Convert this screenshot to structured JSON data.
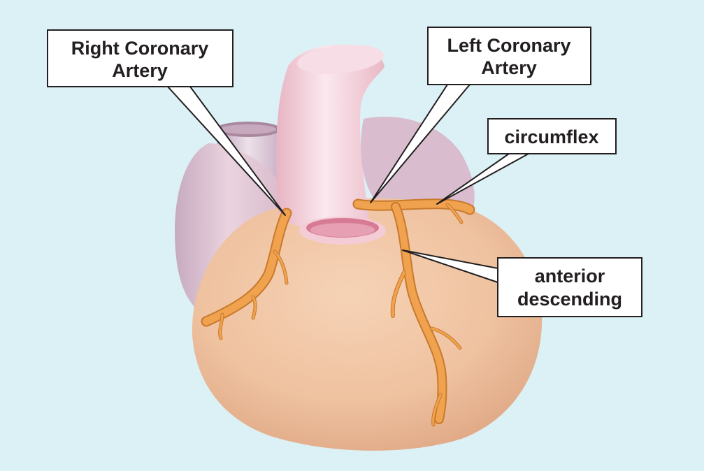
{
  "labels": {
    "rca_line1": "Right Coronary",
    "rca_line2": "Artery",
    "lca_line1": "Left Coronary",
    "lca_line2": "Artery",
    "circumflex": "circumflex",
    "lad_line1": "anterior",
    "lad_line2": "descending"
  },
  "colors": {
    "background": "#dcf1f5",
    "heart_body": "#efc2a0",
    "atria": "#e1c5d2",
    "aorta": "#f4cdd8",
    "artery": "#f0a24e",
    "artery_outline": "#c77a2c"
  }
}
